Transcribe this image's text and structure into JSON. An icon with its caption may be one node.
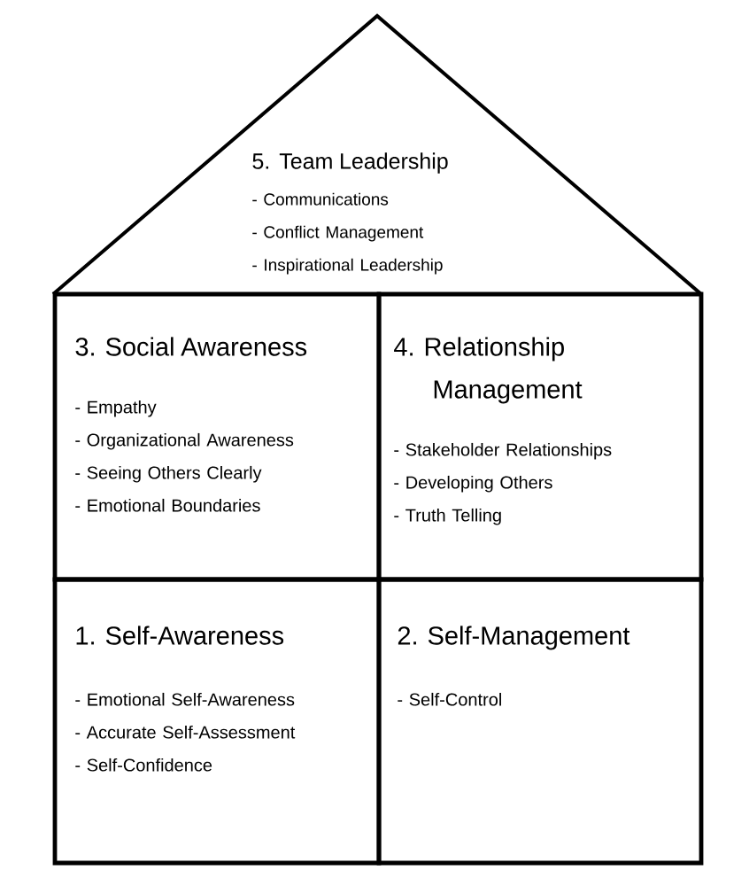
{
  "diagram": {
    "nodes": [
      {
        "text": [
          "5. Team Leadership",
          "- Communications",
          "- Conflict Management",
          "- Inspirational Leadership"
        ]
      },
      {
        "text": [
          "3. Social Awareness",
          "- Empathy",
          "- Organizational Awareness",
          "- Seeing Others Clearly",
          "- Emotional Boundaries"
        ]
      },
      {
        "text": [
          "4. Relationship Management",
          "- Stakeholder Relationships",
          "- Developing Others",
          "- Truth Telling"
        ]
      },
      {
        "text": [
          "1. Self-Awareness",
          "- Emotional Self-Awareness",
          "- Accurate Self-Assessment",
          "- Self-Confidence"
        ]
      },
      {
        "text": [
          "2. Self-Management",
          "- Self-Control"
        ]
      }
    ]
  }
}
